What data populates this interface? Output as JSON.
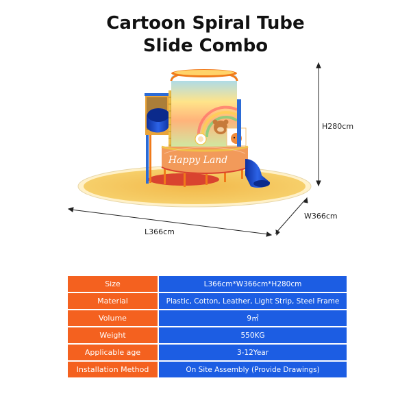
{
  "title": {
    "line1": "Cartoon Spiral Tube",
    "line2": "Slide Combo"
  },
  "illustration": {
    "sign_text": "Happy Land"
  },
  "dimensions": {
    "height": "H280cm",
    "width": "W366cm",
    "length": "L366cm"
  },
  "specs": [
    {
      "label": "Size",
      "value": "L366cm*W366cm*H280cm"
    },
    {
      "label": "Material",
      "value": "Plastic, Cotton, Leather, Light Strip, Steel Frame"
    },
    {
      "label": "Volume",
      "value": "9㎡"
    },
    {
      "label": "Weight",
      "value": "550KG"
    },
    {
      "label": "Applicable age",
      "value": "3-12Year"
    },
    {
      "label": "Installation Method",
      "value": "On Site Assembly (Provide Drawings)"
    }
  ],
  "colors": {
    "label_bg": "#f4611f",
    "value_bg": "#1c5de3",
    "base_mat": "#f5c95a"
  }
}
